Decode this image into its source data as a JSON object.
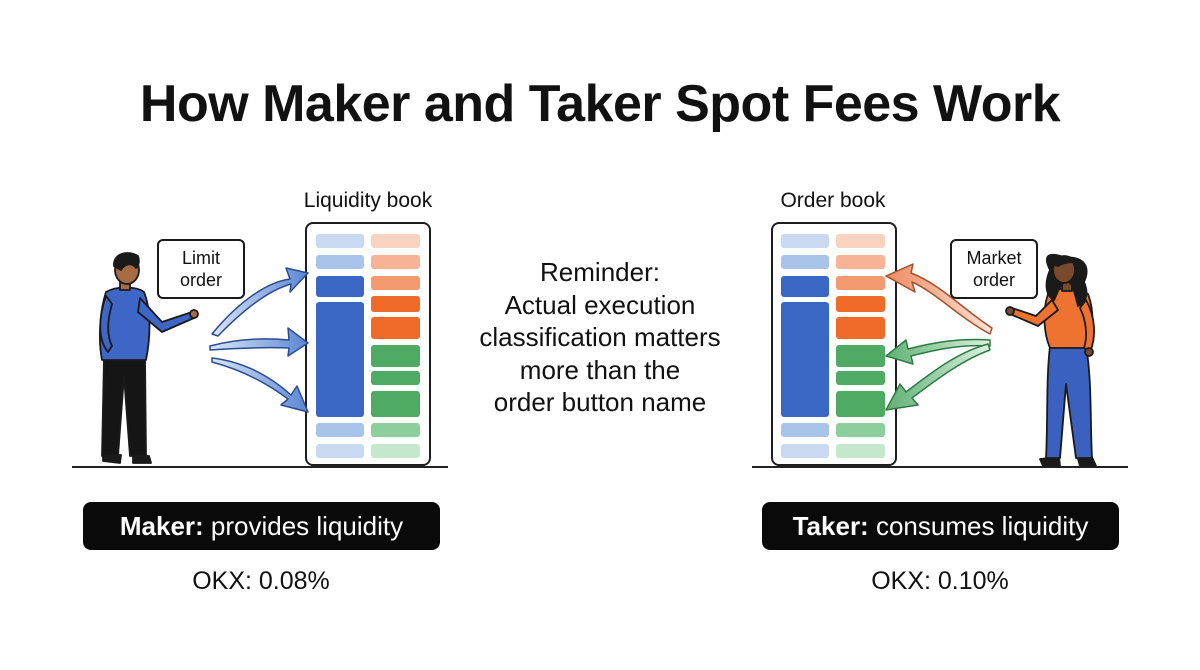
{
  "title": "How Maker and Taker Spot Fees Work",
  "maker": {
    "book_label": "Liquidity book",
    "callout_line1": "Limit",
    "callout_line2": "order",
    "pill_bold": "Maker:",
    "pill_rest": " provides liquidity",
    "fee": "OKX: 0.08%"
  },
  "taker": {
    "book_label": "Order book",
    "callout_line1": "Market",
    "callout_line2": "order",
    "pill_bold": "Taker:",
    "pill_rest": " consumes liquidity",
    "fee": "OKX: 0.10%"
  },
  "reminder": {
    "lines": [
      "Reminder:",
      "Actual execution",
      "classification matters",
      "more than the",
      "order button name"
    ]
  },
  "colors": {
    "maker_blue": "#3a67c4",
    "bid_light": "#a9c4ea",
    "ask_orange": "#f06a2a",
    "ask_light": "#f9c9b2",
    "green": "#4faa64",
    "green_light": "#bfe6c8",
    "person_blue": "#3d66c6",
    "person_orange": "#ee7330"
  },
  "icons": [
    "man-figure-icon",
    "woman-figure-icon",
    "arrow-icon"
  ]
}
